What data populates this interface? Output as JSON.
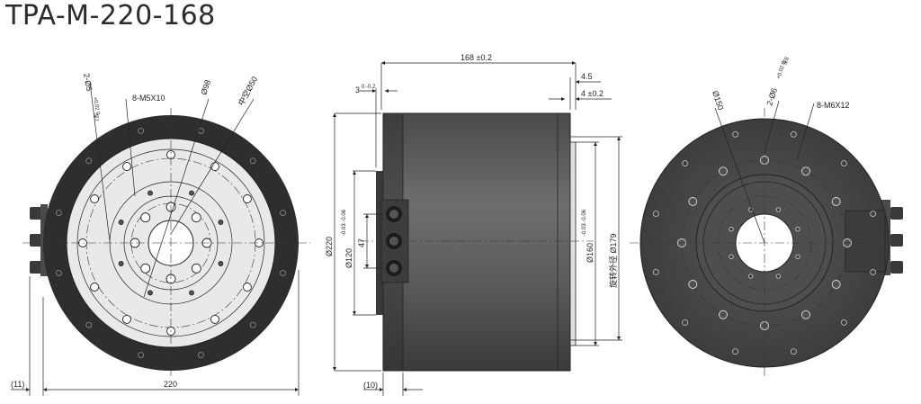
{
  "title": "TPA-M-220-168",
  "colors": {
    "body_dark": "#2e2e2e",
    "face_light": "#e9e9e9",
    "side_mid": "#5a5a5a",
    "hole": "#ffffff",
    "line": "#222222"
  },
  "front_view": {
    "callouts": {
      "pin_holes": "2-Ø5",
      "pin_tol": "+0.02 0",
      "pin_depth": "深7",
      "threads": "8-M5X10",
      "pcd_98": "Ø98",
      "pcd_50": "中空Ø50"
    },
    "dims": {
      "width": "220",
      "offset": "(11)"
    }
  },
  "side_view": {
    "dims": {
      "length": "168 ±0.2",
      "flange_front": "3",
      "flange_front_tol": "0 -0.2",
      "rear_step": "4.5",
      "rear_flange": "4 ±0.2",
      "outer_dia": "Ø220",
      "spigot_front": "Ø120",
      "spigot_front_tol": "-0.03 -0.06",
      "connector_span": "47",
      "spigot_rear": "Ø160",
      "spigot_rear_tol": "-0.03 -0.06",
      "rotating_od": "旋转外径 Ø179",
      "bottom_offset": "(10)"
    }
  },
  "rear_view": {
    "callouts": {
      "pcd_150": "Ø150",
      "pin_holes": "2-Ø6",
      "pin_tol": "+0.02 0",
      "pin_depth": "深8",
      "threads": "8-M6X12"
    }
  }
}
